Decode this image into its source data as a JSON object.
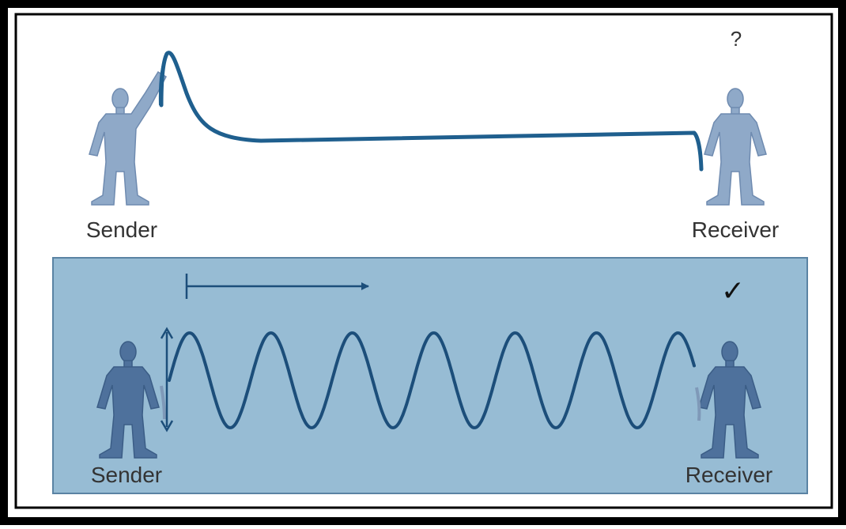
{
  "colors": {
    "top_figure_fill": "#8fa9c8",
    "top_figure_stroke": "#6f8bb0",
    "rope": "#1f5f8e",
    "panel_fill": "#97bcd4",
    "panel_stroke": "#5a83a3",
    "bottom_figure_fill": "#4e719c",
    "bottom_figure_stroke": "#3b5d86",
    "wave": "#1c4e7a",
    "label_text": "#333333",
    "frame_border": "#000000"
  },
  "top_scene": {
    "sender_label": "Sender",
    "receiver_label": "Receiver",
    "receiver_mark": "?"
  },
  "bottom_scene": {
    "sender_label": "Sender",
    "receiver_label": "Receiver",
    "receiver_mark": "✓"
  },
  "icons": {
    "direction_arrow": "right-arrow-icon",
    "amplitude_arrow": "double-vertical-arrow-icon"
  }
}
